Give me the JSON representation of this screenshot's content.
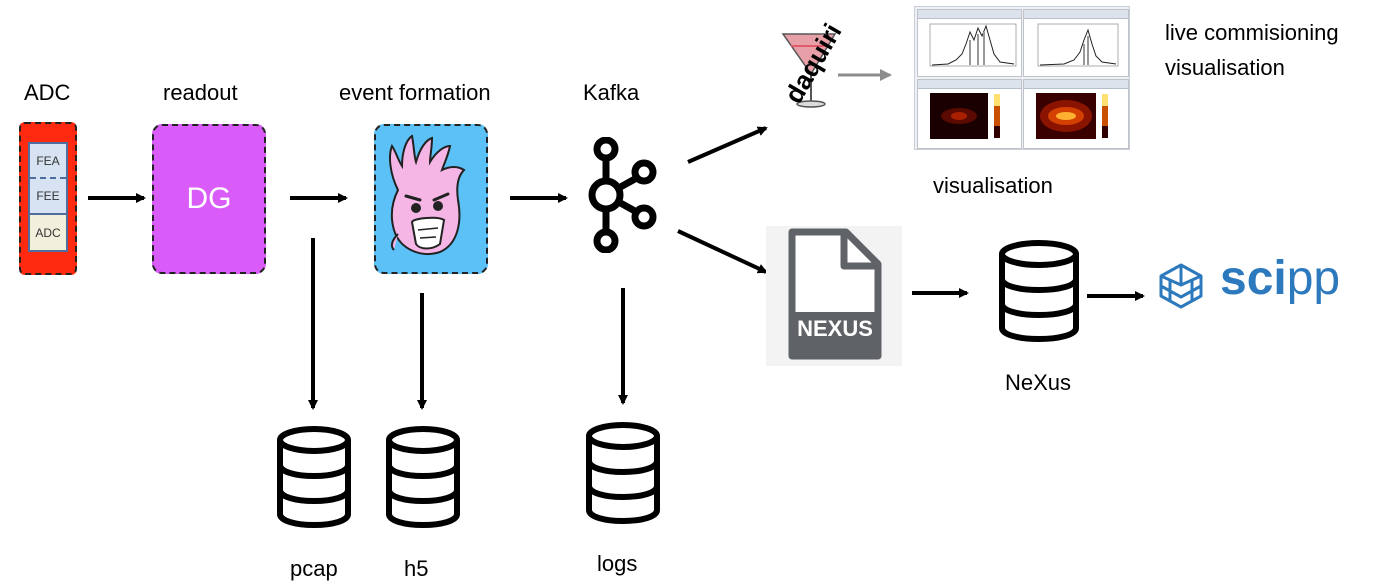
{
  "stages": {
    "adc": {
      "label": "ADC",
      "chips": [
        "FEA",
        "FEE",
        "ADC"
      ]
    },
    "readout": {
      "label": "readout",
      "box_text": "DG"
    },
    "event_formation": {
      "label": "event formation"
    },
    "kafka": {
      "label": "Kafka"
    }
  },
  "storage": {
    "pcap": "pcap",
    "h5": "h5",
    "logs": "logs",
    "nexus": "NeXus"
  },
  "nexus_file": {
    "text": "NEXUS"
  },
  "daquiri": {
    "text": "daquiri"
  },
  "visualisation": {
    "label": "visualisation"
  },
  "live": {
    "line1": "live commisioning",
    "line2": "visualisation"
  },
  "scipp": {
    "part1": "sci",
    "part2": "pp"
  },
  "colors": {
    "adc_red": "#ff2a10",
    "readout_purple": "#d95cf9",
    "event_blue": "#5bc1f7",
    "creature_pink": "#f5b6e6",
    "scipp_blue": "#2d79bd",
    "nexus_gray": "#5f6368"
  }
}
